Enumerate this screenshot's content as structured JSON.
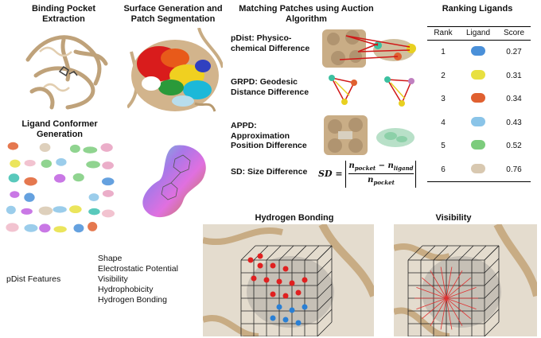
{
  "sections": {
    "pocket_title": "Binding Pocket Extraction",
    "surface_title": "Surface Generation and Patch Segmentation",
    "matching_title": "Matching Patches using Auction Algorithm",
    "ranking_title": "Ranking Ligands",
    "conformer_title": "Ligand Conformer Generation",
    "hbond_title": "Hydrogen Bonding",
    "visibility_title": "Visibility"
  },
  "metrics": {
    "pdist": "pDist: Physico-chemical Difference",
    "grpd": "GRPD: Geodesic Distance Difference",
    "appd": "APPD: Approximation Position Difference",
    "sd": "SD: Size Difference"
  },
  "formula": {
    "lhs": "SD =",
    "num_a": "n",
    "num_a_sub": "pocket",
    "minus": "−",
    "num_b": "n",
    "num_b_sub": "ligand",
    "den": "n",
    "den_sub": "pocket"
  },
  "features": {
    "label": "pDist Features",
    "items": [
      "Shape",
      "Electrostatic Potential",
      "Visibility",
      "Hydrophobicity",
      "Hydrogen Bonding"
    ]
  },
  "ranking": {
    "headers": [
      "Rank",
      "Ligand",
      "Score"
    ],
    "rows": [
      {
        "rank": "1",
        "score": "0.27",
        "color": "#4a90d9"
      },
      {
        "rank": "2",
        "score": "0.31",
        "color": "#e8e040"
      },
      {
        "rank": "3",
        "score": "0.34",
        "color": "#e06030"
      },
      {
        "rank": "4",
        "score": "0.43",
        "color": "#8ac4e8"
      },
      {
        "rank": "5",
        "score": "0.52",
        "color": "#7ccc7c"
      },
      {
        "rank": "6",
        "score": "0.76",
        "color": "#d8c8b0"
      }
    ]
  },
  "colors": {
    "protein": "#cdb492",
    "surface_tan": "#d2b48c",
    "grid_line": "#222222",
    "hbond_red": "#e02020",
    "hbond_blue": "#2a7fd4"
  }
}
